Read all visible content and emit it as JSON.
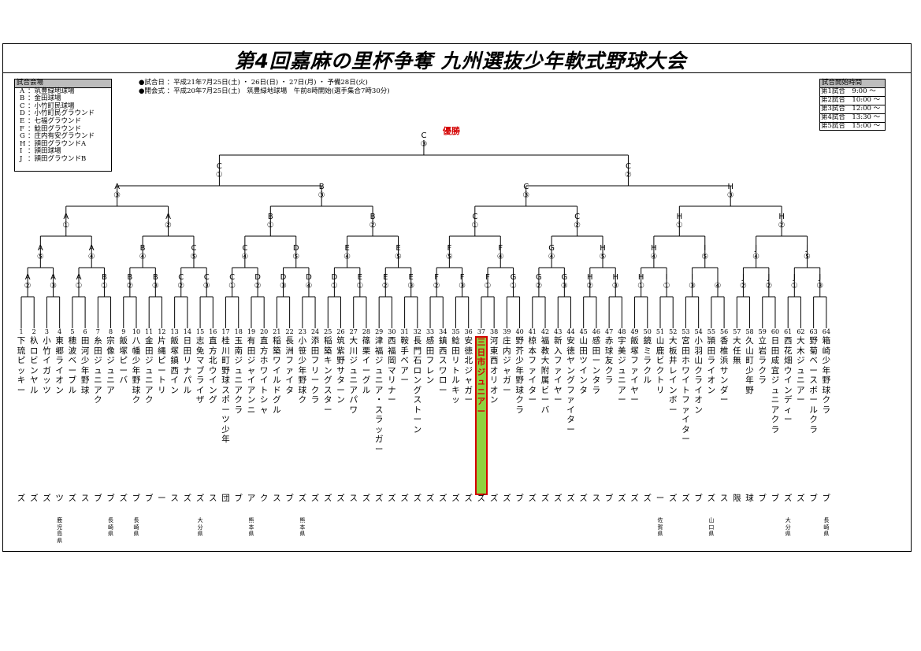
{
  "title": "第4回嘉麻の里杯争奪 九州選抜少年軟式野球大会",
  "venues": {
    "header": "試合会場",
    "items": [
      {
        "code": "A",
        "name": "：筑豊緑地球場"
      },
      {
        "code": "B",
        "name": "：金田球場"
      },
      {
        "code": "C",
        "name": "：小竹町民球場"
      },
      {
        "code": "D",
        "name": "：小竹町民グラウンド"
      },
      {
        "code": "E",
        "name": "：七福グラウンド"
      },
      {
        "code": "F",
        "name": "：鯰田グラウンド"
      },
      {
        "code": "G",
        "name": "：庄内有安グラウンド"
      },
      {
        "code": "H",
        "name": "：頴田グラウンドA"
      },
      {
        "code": "I",
        "name": "：頴田球場"
      },
      {
        "code": "J",
        "name": "：頴田グラウンドB"
      }
    ]
  },
  "info": {
    "dates": "●試合日 ：平成21年7月25日(土) ・ 26日(日) ・ 27日(月) ・ 予備28日(火)",
    "opening": "●開会式 ：平成20年7月25日(土)　筑豊緑地球場　午前8時開始(選手集合7時30分)"
  },
  "schedule": {
    "header": "試合開始時間",
    "items": [
      "第1試合　9:00 ～",
      "第2試合　10:00 ～",
      "第3試合　12:00 ～",
      "第4試合　13:30 ～",
      "第5試合　15:00 ～"
    ]
  },
  "champion_label": "優勝",
  "final": {
    "venue": "C",
    "slot": "③"
  },
  "semis": [
    {
      "venue": "C",
      "slot": "①"
    },
    {
      "venue": "C",
      "slot": "②"
    }
  ],
  "quarters": [
    {
      "venue": "A",
      "slot": "③"
    },
    {
      "venue": "B",
      "slot": "③"
    },
    {
      "venue": "C",
      "slot": "③"
    },
    {
      "venue": "H",
      "slot": "③"
    }
  ],
  "round3": [
    {
      "venue": "A",
      "slot": "①"
    },
    {
      "venue": "A",
      "slot": "②"
    },
    {
      "venue": "B",
      "slot": "①"
    },
    {
      "venue": "B",
      "slot": "②"
    },
    {
      "venue": "C",
      "slot": "①"
    },
    {
      "venue": "C",
      "slot": "②"
    },
    {
      "venue": "H",
      "slot": "①"
    },
    {
      "venue": "H",
      "slot": "②"
    }
  ],
  "round2": [
    {
      "venue": "A",
      "slot": "⑤"
    },
    {
      "venue": "A",
      "slot": "④"
    },
    {
      "venue": "B",
      "slot": "④"
    },
    {
      "venue": "C",
      "slot": "⑤"
    },
    {
      "venue": "C",
      "slot": "④"
    },
    {
      "venue": "D",
      "slot": "⑤"
    },
    {
      "venue": "E",
      "slot": "④"
    },
    {
      "venue": "E",
      "slot": "⑤"
    },
    {
      "venue": "F",
      "slot": "⑤"
    },
    {
      "venue": "F",
      "slot": "④"
    },
    {
      "venue": "G",
      "slot": "④"
    },
    {
      "venue": "H",
      "slot": "⑤"
    },
    {
      "venue": "H",
      "slot": "④"
    },
    {
      "venue": "I",
      "slot": "⑤"
    },
    {
      "venue": "J",
      "slot": "④"
    },
    {
      "venue": "J",
      "slot": "⑤"
    }
  ],
  "round1": [
    {
      "venue": "A",
      "slot": "②"
    },
    {
      "venue": "A",
      "slot": "③"
    },
    {
      "venue": "A",
      "slot": "①"
    },
    {
      "venue": "B",
      "slot": "①"
    },
    {
      "venue": "B",
      "slot": "②"
    },
    {
      "venue": "B",
      "slot": "③"
    },
    {
      "venue": "C",
      "slot": "②"
    },
    {
      "venue": "C",
      "slot": "③"
    },
    {
      "venue": "C",
      "slot": "①"
    },
    {
      "venue": "D",
      "slot": "②"
    },
    {
      "venue": "D",
      "slot": "③"
    },
    {
      "venue": "D",
      "slot": "④"
    },
    {
      "venue": "D",
      "slot": "①"
    },
    {
      "venue": "E",
      "slot": "①"
    },
    {
      "venue": "E",
      "slot": "②"
    },
    {
      "venue": "E",
      "slot": "③"
    },
    {
      "venue": "F",
      "slot": "②"
    },
    {
      "venue": "F",
      "slot": "③"
    },
    {
      "venue": "F",
      "slot": "①"
    },
    {
      "venue": "G",
      "slot": "①"
    },
    {
      "venue": "G",
      "slot": "②"
    },
    {
      "venue": "G",
      "slot": "③"
    },
    {
      "venue": "H",
      "slot": "②"
    },
    {
      "venue": "H",
      "slot": "③"
    },
    {
      "venue": "H",
      "slot": "①"
    },
    {
      "venue": "I",
      "slot": "①"
    },
    {
      "venue": "I",
      "slot": "③"
    },
    {
      "venue": "I",
      "slot": "④"
    },
    {
      "venue": "J",
      "slot": "②"
    },
    {
      "venue": "J",
      "slot": "②"
    },
    {
      "venue": "J",
      "slot": "①"
    },
    {
      "venue": "J",
      "slot": "③"
    }
  ],
  "teams": [
    {
      "n": "1",
      "name": "下琉ピッキー",
      "suf": "ズ"
    },
    {
      "n": "2",
      "name": "杁ロビンヤル",
      "suf": "ズ"
    },
    {
      "n": "3",
      "name": "小竹イガッツ",
      "suf": "ズ"
    },
    {
      "n": "4",
      "name": "東郷ライオン",
      "suf": "ツ"
    },
    {
      "n": "5",
      "name": "穂波ベーブル",
      "suf": "ズ"
    },
    {
      "n": "6",
      "name": "田河少年野球",
      "suf": "ス"
    },
    {
      "n": "7",
      "name": "糸田ジュニアク",
      "suf": "ブ"
    },
    {
      "n": "8",
      "name": "宗像ジュニア",
      "suf": "ブ"
    },
    {
      "n": "9",
      "name": "飯塚ピーバ",
      "suf": "ズ"
    },
    {
      "n": "10",
      "name": "八幡少年野球ク",
      "suf": "ブ"
    },
    {
      "n": "11",
      "name": "金田ジュニアク",
      "suf": "ブ"
    },
    {
      "n": "12",
      "name": "片縄ピートリ",
      "suf": "ー"
    },
    {
      "n": "13",
      "name": "飯塚鎮西イン",
      "suf": "ス"
    },
    {
      "n": "14",
      "name": "日田リナパル",
      "suf": "ズ"
    },
    {
      "n": "15",
      "name": "志免マブライザ",
      "suf": "ズ"
    },
    {
      "n": "16",
      "name": "直方北ウイング",
      "suf": "ス"
    },
    {
      "n": "17",
      "name": "桂川町野球スポーツ少年",
      "suf": "団"
    },
    {
      "n": "18",
      "name": "玉南ジュニアクラ",
      "suf": "ブ"
    },
    {
      "n": "19",
      "name": "有田ジャイアンニ",
      "suf": "ア"
    },
    {
      "n": "20",
      "name": "直方ホワイトシャ",
      "suf": "ク"
    },
    {
      "n": "21",
      "name": "稲築ワイルドグル",
      "suf": "ス"
    },
    {
      "n": "22",
      "name": "長洲ファイタ",
      "suf": "ブ"
    },
    {
      "n": "23",
      "name": "小笹少年野球ク",
      "suf": "ズ"
    },
    {
      "n": "24",
      "name": "添田フリークラ",
      "suf": "ズ"
    },
    {
      "n": "25",
      "name": "稲築キングスター",
      "suf": "ズ"
    },
    {
      "n": "26",
      "name": "筑紫野サターン",
      "suf": "ズ"
    },
    {
      "n": "27",
      "name": "大川ジュニアパワ",
      "suf": "ス"
    },
    {
      "n": "28",
      "name": "篠栗イーグル",
      "suf": "ズ"
    },
    {
      "n": "29",
      "name": "津福ジュニア・スラッガー",
      "suf": "ズ"
    },
    {
      "n": "30",
      "name": "西福岡マリナー",
      "suf": "ズ"
    },
    {
      "n": "31",
      "name": "鞍手ベアー",
      "suf": "ズ"
    },
    {
      "n": "32",
      "name": "長門石ロングストーン",
      "suf": "ズ"
    },
    {
      "n": "33",
      "name": "感田フレン",
      "suf": "ズ"
    },
    {
      "n": "34",
      "name": "鎮西スワロー",
      "suf": "ズ"
    },
    {
      "n": "35",
      "name": "鯰田リトルキッ",
      "suf": "ズ"
    },
    {
      "n": "36",
      "name": "安徳北ジャガー",
      "suf": "ズ"
    },
    {
      "n": "37",
      "name": "三日市ジュニアー",
      "suf": "ズ",
      "hl": true
    },
    {
      "n": "38",
      "name": "河東西オリオン",
      "suf": "ズ"
    },
    {
      "n": "39",
      "name": "庄内ジャガー",
      "suf": "ズ"
    },
    {
      "n": "40",
      "name": "野芥少年野球クラ",
      "suf": "ブ"
    },
    {
      "n": "41",
      "name": "椋本ファイター",
      "suf": "ズ"
    },
    {
      "n": "42",
      "name": "福教大附属ビーバ",
      "suf": "ズ"
    },
    {
      "n": "43",
      "name": "新入ファイヤー",
      "suf": "ズ"
    },
    {
      "n": "44",
      "name": "安徳ヤングファイター",
      "suf": "ズ"
    },
    {
      "n": "45",
      "name": "山田ツインタ",
      "suf": "ズ"
    },
    {
      "n": "46",
      "name": "感田ーンタラ",
      "suf": "ス"
    },
    {
      "n": "47",
      "name": "赤球友クラ",
      "suf": "ブ"
    },
    {
      "n": "48",
      "name": "宇美ジュニアー",
      "suf": "ズ"
    },
    {
      "n": "49",
      "name": "飯塚ファイヤー",
      "suf": "ズ"
    },
    {
      "n": "50",
      "name": "鏡ミラクル",
      "suf": "ズ"
    },
    {
      "n": "51",
      "name": "山鹿ビクトリ",
      "suf": "ー"
    },
    {
      "n": "52",
      "name": "大板井レインボー",
      "suf": "ズ"
    },
    {
      "n": "53",
      "name": "宮田ホワイトファイター",
      "suf": "ズ"
    },
    {
      "n": "54",
      "name": "小羽山クライオン",
      "suf": "ブ"
    },
    {
      "n": "55",
      "name": "頴田ライオン",
      "suf": "ズ"
    },
    {
      "n": "56",
      "name": "香椎浜サンダー",
      "suf": "ス"
    },
    {
      "n": "57",
      "name": "大任無",
      "suf": "限"
    },
    {
      "n": "58",
      "name": "久山町少年野",
      "suf": "球"
    },
    {
      "n": "59",
      "name": "立岩ラクラ",
      "suf": "ブ"
    },
    {
      "n": "60",
      "name": "日田咸宜ジュニアクラ",
      "suf": "ブ"
    },
    {
      "n": "61",
      "name": "西花畑ウインディー",
      "suf": "ズ"
    },
    {
      "n": "62",
      "name": "大木ジュニアー",
      "suf": "ズ"
    },
    {
      "n": "63",
      "name": "野菊ベースボールクラ",
      "suf": "ブ"
    },
    {
      "n": "64",
      "name": "箱崎少年野球クラ",
      "suf": "ブ"
    }
  ],
  "prefectures": [
    {
      "after": 4,
      "text": "鹿児島県"
    },
    {
      "after": 8,
      "text": "長崎県"
    },
    {
      "after": 10,
      "text": "長崎県"
    },
    {
      "after": 15,
      "text": "大分県"
    },
    {
      "after": 19,
      "text": "熊本県"
    },
    {
      "after": 23,
      "text": "熊本県"
    },
    {
      "after": 51,
      "text": "佐賀県"
    },
    {
      "after": 55,
      "text": "山口県"
    },
    {
      "after": 61,
      "text": "大分県"
    },
    {
      "after": 64,
      "text": "長崎県"
    }
  ]
}
